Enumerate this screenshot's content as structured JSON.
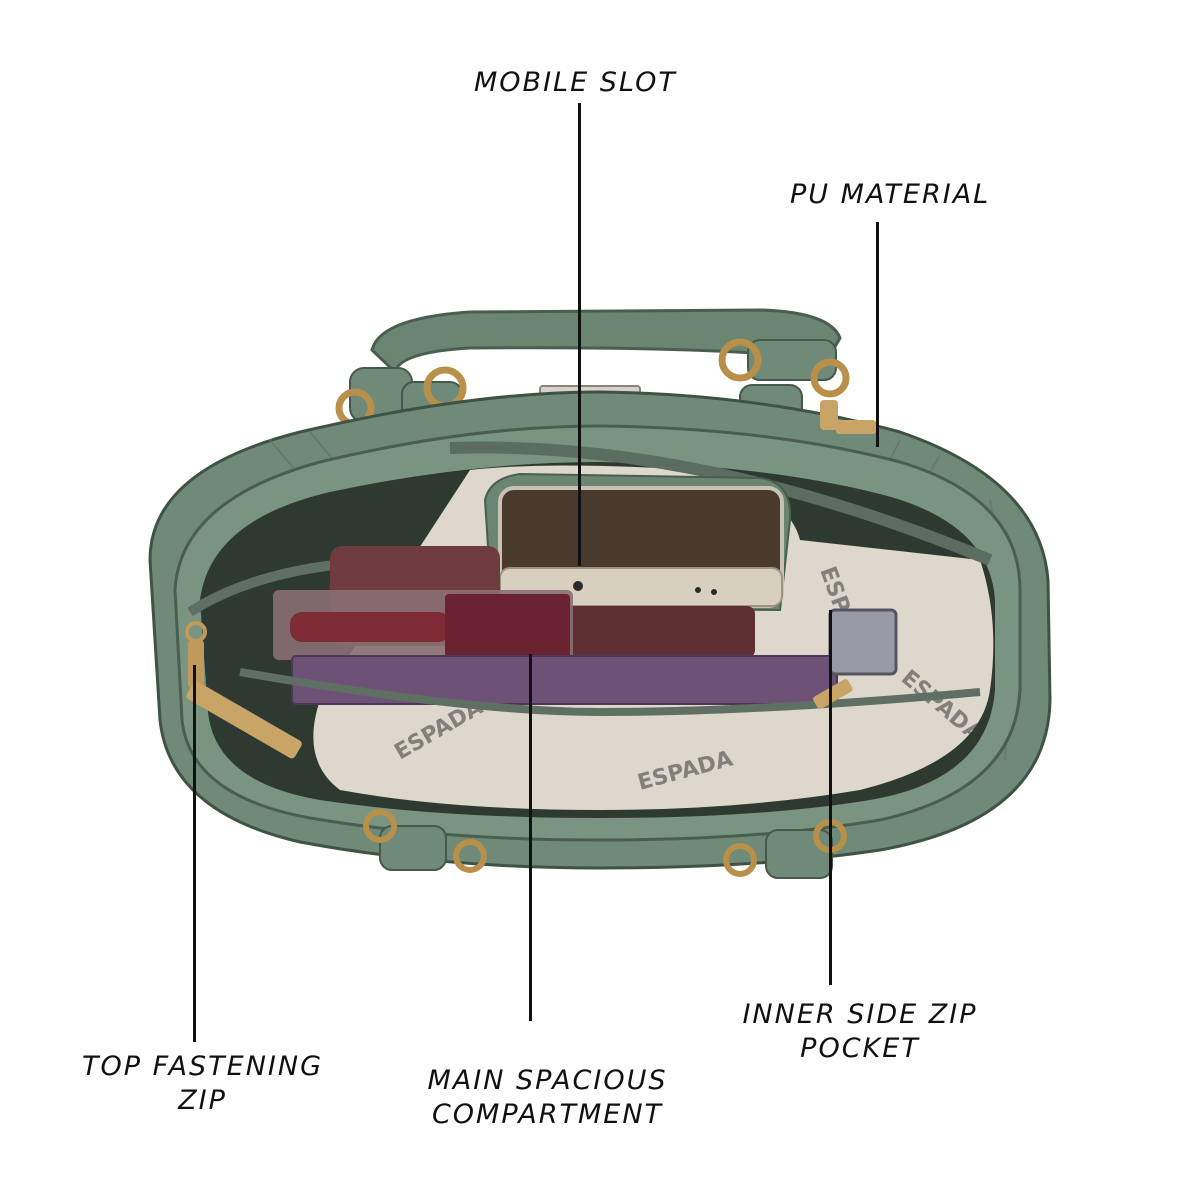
{
  "callouts": {
    "mobile_slot": "MOBILE SLOT",
    "pu_material": "PU MATERIAL",
    "top_fastening_zip": {
      "line1": "TOP FASTENING",
      "line2": "ZIP"
    },
    "main_compartment": {
      "line1": "MAIN SPACIOUS",
      "line2": "COMPARTMENT"
    },
    "inner_side_zip_pocket": {
      "line1": "INNER SIDE ZIP",
      "line2": "POCKET"
    }
  },
  "colors": {
    "bag_body": "#6f8a78",
    "bag_dark": "#3f5246",
    "lining": "#ddd7cc",
    "hardware": "#b8904a",
    "label_ink": "#111111"
  }
}
